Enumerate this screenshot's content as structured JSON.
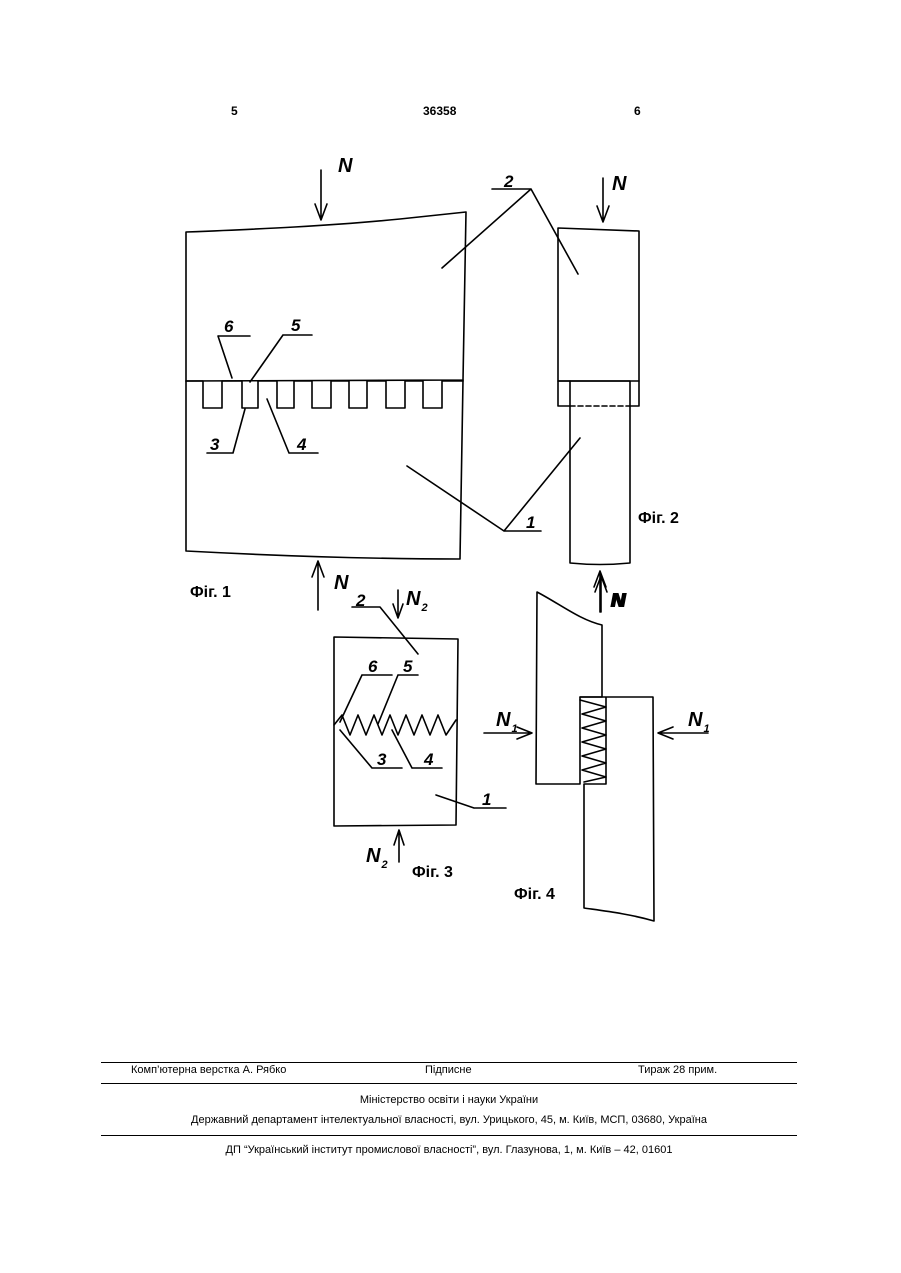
{
  "header": {
    "left_page": "5",
    "patent_number": "36358",
    "right_page": "6"
  },
  "drawing": {
    "force_main": "N",
    "force_sub_1": "1",
    "force_sub_2": "2",
    "part_labels": {
      "p1": "1",
      "p2": "2",
      "p3": "3",
      "p4": "4",
      "p5": "5",
      "p6": "6"
    },
    "figures": {
      "fig1": "Фіг. 1",
      "fig2": "Фіг. 2",
      "fig3": "Фіг. 3",
      "fig4": "Фіг. 4"
    }
  },
  "footer": {
    "typesetting": "Комп’ютерна верстка А. Рябко",
    "signed": "Підписне",
    "circulation": "Тираж 28 прим.",
    "ministry": "Міністерство освіти і науки України",
    "department": "Державний департамент інтелектуальної власності, вул. Урицького, 45, м. Київ, МСП, 03680, Україна",
    "institute": "ДП “Український інститут промислової власності”, вул. Глазунова, 1, м. Київ – 42, 01601"
  }
}
